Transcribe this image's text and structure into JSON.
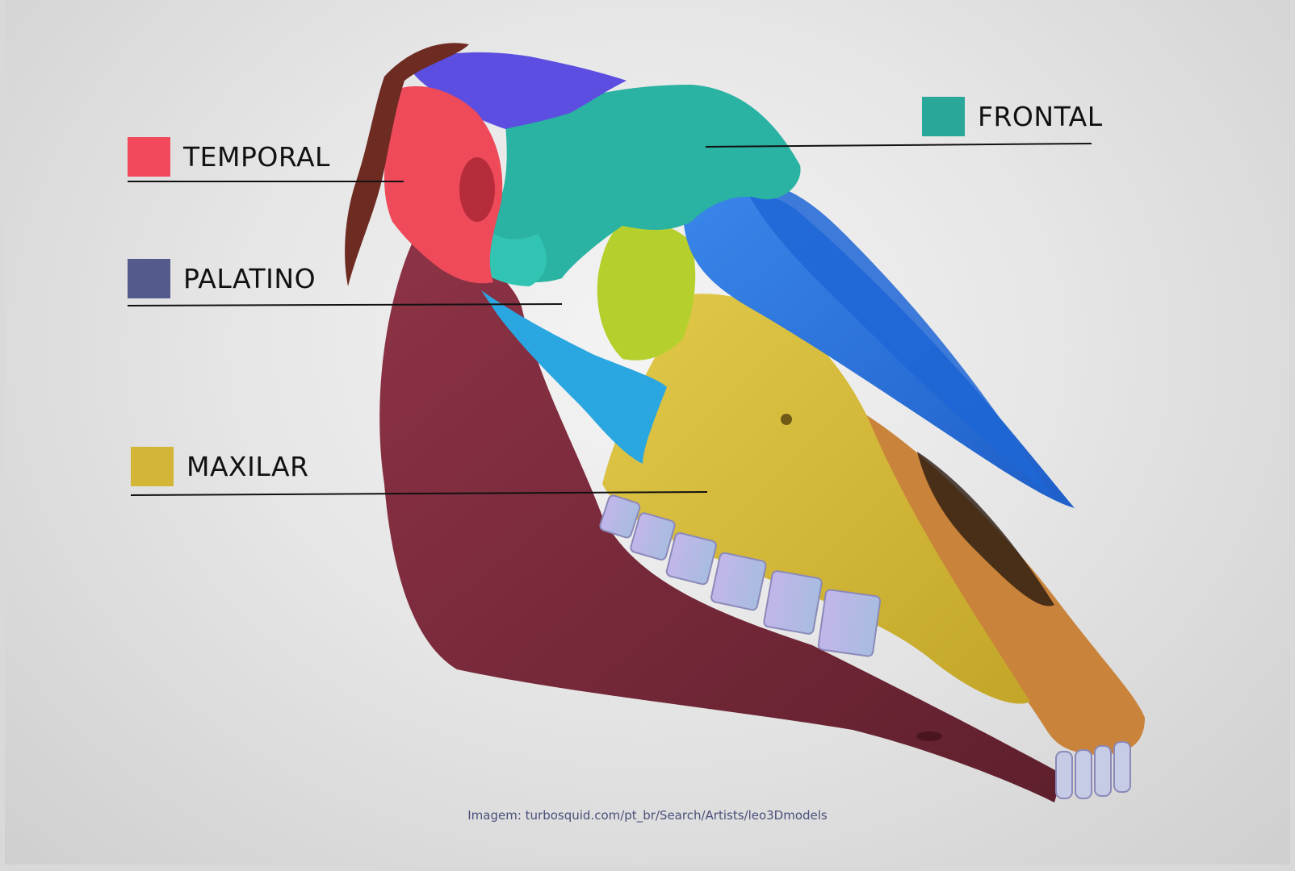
{
  "labels": {
    "temporal": {
      "text": "TEMPORAL",
      "color": "#f24a5c"
    },
    "palatino": {
      "text": "PALATINO",
      "color": "#545b8c"
    },
    "maxilar": {
      "text": "MAXILAR",
      "color": "#d3b537"
    },
    "frontal": {
      "text": "FRONTAL",
      "color": "#29a899"
    }
  },
  "bone_colors": {
    "mandible": "#7e2a3c",
    "maxilla": "#d6bd3a",
    "frontal": "#2ab2a2",
    "temporal": "#ee4a5a",
    "parietal": "#5b4ee0",
    "nasal": "#2f78e0",
    "lacrimal": "#b5cf2d",
    "zygomatic": "#2aa6e0",
    "incisive": "#c9833a",
    "teeth": "#b3b3e4",
    "occipital": "#6e2b22"
  },
  "caption": "Imagem: turbosquid.com/pt_br/Search/Artists/leo3Dmodels"
}
